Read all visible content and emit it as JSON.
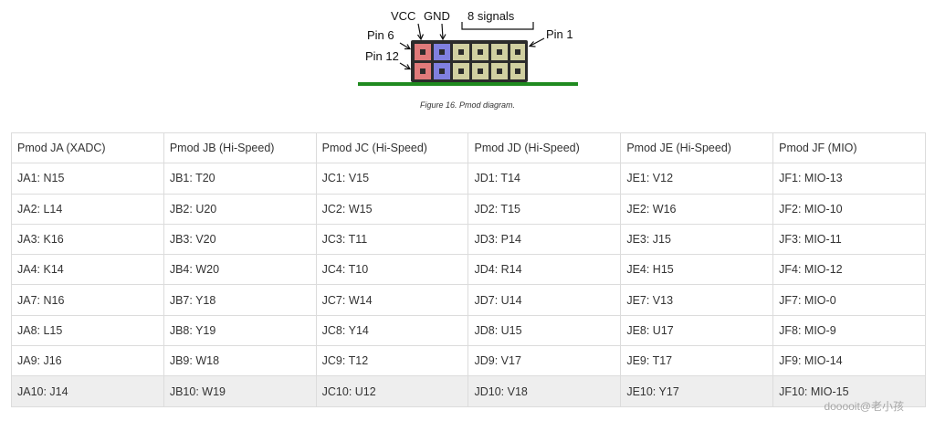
{
  "figure": {
    "labels": {
      "vcc": "VCC",
      "gnd": "GND",
      "signals": "8 signals",
      "pin6": "Pin 6",
      "pin12": "Pin 12",
      "pin1": "Pin 1"
    },
    "caption": "Figure 16. Pmod diagram.",
    "colors": {
      "vcc_pin": "#e07a7a",
      "gnd_pin": "#8080e0",
      "signal_pin": "#d0cfa0",
      "connector_body": "#2b2b2b",
      "board": "#1f8a1f"
    }
  },
  "table": {
    "headers": [
      "Pmod JA (XADC)",
      "Pmod JB (Hi-Speed)",
      "Pmod JC (Hi-Speed)",
      "Pmod JD (Hi-Speed)",
      "Pmod JE (Hi-Speed)",
      "Pmod JF (MIO)"
    ],
    "rows": [
      [
        "JA1: N15",
        "JB1: T20",
        "JC1: V15",
        "JD1: T14",
        "JE1: V12",
        "JF1: MIO-13"
      ],
      [
        "JA2: L14",
        "JB2: U20",
        "JC2: W15",
        "JD2: T15",
        "JE2: W16",
        "JF2: MIO-10"
      ],
      [
        "JA3: K16",
        "JB3: V20",
        "JC3: T11",
        "JD3: P14",
        "JE3: J15",
        "JF3: MIO-11"
      ],
      [
        "JA4: K14",
        "JB4: W20",
        "JC4: T10",
        "JD4: R14",
        "JE4: H15",
        "JF4: MIO-12"
      ],
      [
        "JA7: N16",
        "JB7: Y18",
        "JC7: W14",
        "JD7: U14",
        "JE7: V13",
        "JF7: MIO-0"
      ],
      [
        "JA8: L15",
        "JB8: Y19",
        "JC8: Y14",
        "JD8: U15",
        "JE8: U17",
        "JF8: MIO-9"
      ],
      [
        "JA9: J16",
        "JB9: W18",
        "JC9: T12",
        "JD9: V17",
        "JE9: T17",
        "JF9: MIO-14"
      ],
      [
        "JA10: J14",
        "JB10: W19",
        "JC10: U12",
        "JD10: V18",
        "JE10: Y17",
        "JF10: MIO-15"
      ]
    ]
  },
  "watermark": "dooooit@老小孩"
}
